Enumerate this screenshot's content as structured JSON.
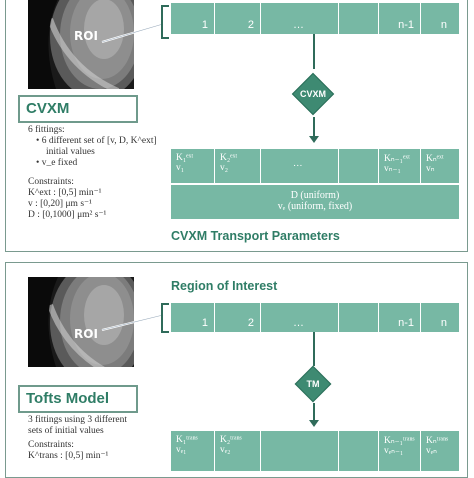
{
  "top": {
    "roi_label": "ROI",
    "model_title": "CVXM",
    "fittings": [
      "6 fittings:",
      "• 6 different set of [v, D, K^ext]",
      "  initial values",
      "• v_e fixed"
    ],
    "constraints_title": "Constraints:",
    "constraints": [
      "K^ext : [0,5] min⁻¹",
      "v      : [0,20] μm s⁻¹",
      "D      : [0,1000] μm² s⁻¹"
    ],
    "roi_cells": [
      "1",
      "2",
      "…",
      "",
      "n-1",
      "n"
    ],
    "diamond_label": "CVXM",
    "param_cells": [
      {
        "k": "K₁ᵉˣᵗ",
        "v": "v₁"
      },
      {
        "k": "K₂ᵉˣᵗ",
        "v": "v₂"
      },
      {
        "k": "",
        "v": ""
      },
      {
        "k": "",
        "v": ""
      },
      {
        "k": "Kₙ₋₁ᵉˣᵗ",
        "v": "vₙ₋₁"
      },
      {
        "k": "Kₙᵉˣᵗ",
        "v": "vₙ"
      }
    ],
    "dots": "…",
    "uniform_d": "D (uniform)",
    "uniform_ve": "vₑ (uniform, fixed)",
    "output_title": "CVXM Transport Parameters"
  },
  "bottom": {
    "roi_label": "ROI",
    "section_title": "Region of Interest",
    "model_title": "Tofts Model",
    "fittings": [
      "3 fittings using 3 different",
      "sets of initial values"
    ],
    "constraints_title": "Constraints:",
    "constraints": [
      "K^trans : [0,5] min⁻¹"
    ],
    "roi_cells": [
      "1",
      "2",
      "…",
      "",
      "n-1",
      "n"
    ],
    "diamond_label": "TM",
    "param_cells": [
      {
        "k": "K₁ᵗʳᵃⁿˢ",
        "v": "vₑ₁"
      },
      {
        "k": "K₂ᵗʳᵃⁿˢ",
        "v": "vₑ₂"
      },
      {
        "k": "",
        "v": ""
      },
      {
        "k": "",
        "v": ""
      },
      {
        "k": "Kₙ₋₁ᵗʳᵃⁿˢ",
        "v": "vₑₙ₋₁"
      },
      {
        "k": "Kₙᵗʳᵃⁿˢ",
        "v": "vₑₙ"
      }
    ]
  },
  "colors": {
    "accent": "#2f7d66",
    "cell": "#77b8a4",
    "diamond": "#3e8a72"
  }
}
